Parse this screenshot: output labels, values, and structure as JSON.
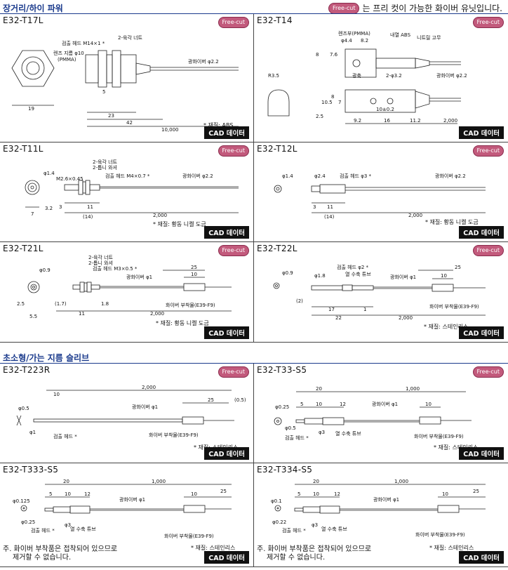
{
  "header": {
    "section1_title": "장거리/하이 파워",
    "badge_label": "Free-cut",
    "legend_text": "는 프리 컷이 가능한 화이버 유닛입니다."
  },
  "section2_title": "초소형/가는 지름 슬리브",
  "cad_label": "CAD 데이터",
  "footnote_line1": "주. 화이버 부착품은 접착되어 있으므로",
  "footnote_line2": "제거할 수 없습니다.",
  "panels": {
    "t17l": {
      "model": "E32-T17L",
      "material": "* 재질: ABS",
      "labels": [
        "검출 헤드 M14×1 *",
        "2-육각 너트",
        "렌즈 지름 φ10",
        "(PMMA)",
        "광화이버 φ2.2"
      ],
      "dims": [
        "19",
        "5",
        "23",
        "42",
        "10,000"
      ]
    },
    "t14": {
      "model": "E32-T14",
      "labels": [
        "렌즈부(PMMA)",
        "φ4.4",
        "8.2",
        "내열 ABS",
        "니트릴 고무",
        "R3.5",
        "광축",
        "2-φ3.2",
        "광화이버 φ2.2",
        "10±0.2"
      ],
      "dims": [
        "8",
        "7.6",
        "10.5",
        "8",
        "7",
        "2.5",
        "9.2",
        "16",
        "11.2",
        "2,000"
      ]
    },
    "t11l": {
      "model": "E32-T11L",
      "material": "* 재질: 황동 니켈 도금",
      "labels": [
        "φ1.4",
        "M2.6×0.45",
        "2-육각 너트",
        "2-톱니 와셔",
        "검출 헤드 M4×0.7 *",
        "광화이버 φ2.2"
      ],
      "dims": [
        "7",
        "3.2",
        "3",
        "11",
        "(14)",
        "2,000"
      ]
    },
    "t12l": {
      "model": "E32-T12L",
      "material": "* 재질: 황동 니켈 도금",
      "labels": [
        "φ1.4",
        "φ2.4",
        "검출 헤드 φ3 *",
        "광화이버 φ2.2"
      ],
      "dims": [
        "3",
        "11",
        "(14)",
        "2,000"
      ]
    },
    "t21l": {
      "model": "E32-T21L",
      "material": "* 재질: 황동 니켈 도금",
      "labels": [
        "φ0.9",
        "2-육각 너트",
        "2-톱니 와셔",
        "검출 헤드 M3×0.5 *",
        "광화이버 φ1",
        "화이버 부착물(E39-F9)"
      ],
      "dims": [
        "2.5",
        "5.5",
        "(1.7)",
        "1.8",
        "11",
        "2,000",
        "25",
        "10"
      ]
    },
    "t22l": {
      "model": "E32-T22L",
      "material": "* 재질: 스테인리스",
      "labels": [
        "φ0.9",
        "검출 헤드 φ2 *",
        "φ1.8",
        "열 수축 튜브",
        "광화이버 φ1",
        "화이버 부착물(E39-F9)"
      ],
      "dims": [
        "(2)",
        "17",
        "1",
        "22",
        "2,000",
        "25",
        "10"
      ]
    },
    "t223r": {
      "model": "E32-T223R",
      "material": "* 재질: 스테인리스",
      "labels": [
        "φ0.5",
        "φ1",
        "검출 헤드 *",
        "광화이버 φ1",
        "화이버 부착물(E39-F9)"
      ],
      "dims": [
        "10",
        "2,000",
        "25",
        "(0.5)"
      ]
    },
    "t33s5": {
      "model": "E32-T33-S5",
      "material": "* 재질: 스테인리스",
      "labels": [
        "φ0.25",
        "φ0.5",
        "φ3",
        "검출 헤드 *",
        "열 수축 튜브",
        "광화이버 φ1",
        "화이버 부착물(E39-F9)"
      ],
      "dims": [
        "20",
        "5",
        "10",
        "12",
        "1,000",
        "10"
      ]
    },
    "t333s5": {
      "model": "E32-T333-S5",
      "material": "* 재질: 스테인리스",
      "labels": [
        "φ0.125",
        "φ0.25",
        "φ3",
        "검출 헤드 *",
        "열 수축 튜브",
        "광화이버 φ1",
        "화이버 부착물(E39-F9)"
      ],
      "dims": [
        "20",
        "5",
        "10",
        "12",
        "1,000",
        "10",
        "25"
      ]
    },
    "t334s5": {
      "model": "E32-T334-S5",
      "material": "* 재질: 스테인리스",
      "labels": [
        "φ0.1",
        "φ0.22",
        "φ3",
        "검출 헤드 *",
        "열 수축 튜브",
        "광화이버 φ1",
        "화이버 부착물(E39-F9)"
      ],
      "dims": [
        "20",
        "5",
        "10",
        "12",
        "1,000",
        "10",
        "25"
      ]
    }
  }
}
